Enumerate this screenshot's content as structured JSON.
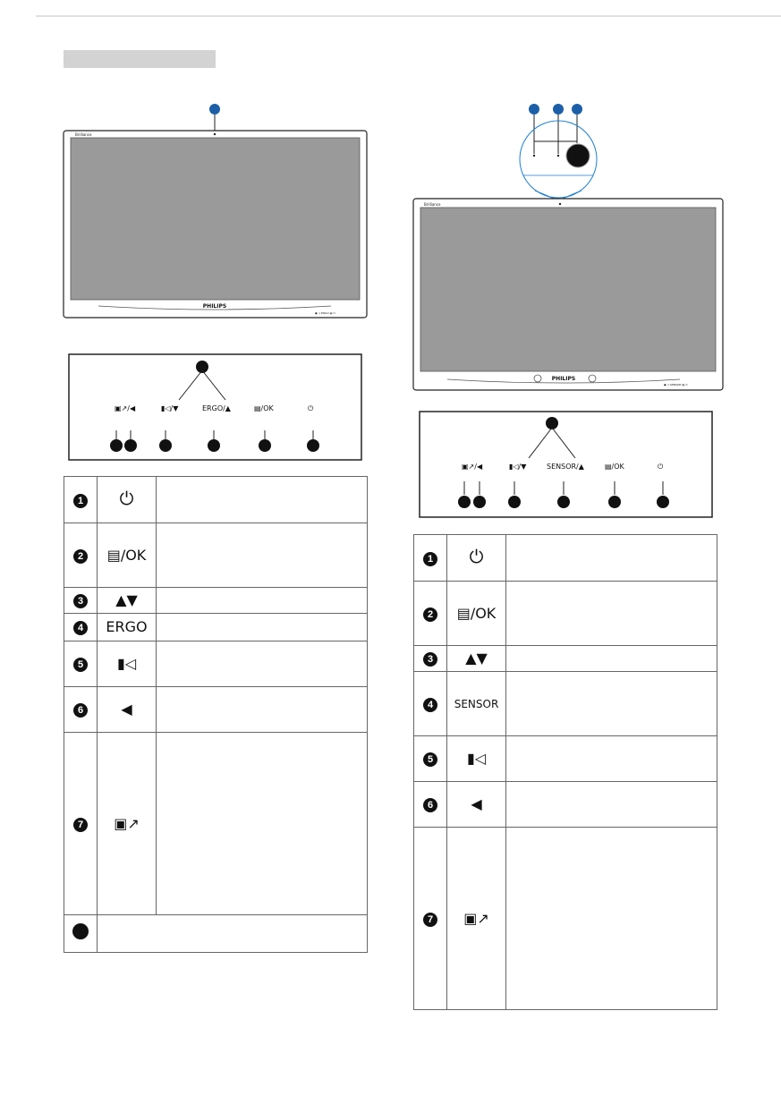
{
  "header": {
    "section_label": ""
  },
  "left": {
    "monitor_brand": "PHILIPS",
    "panel_labels": [
      "▣↗/◀",
      "▮◁/▼",
      "ERGO/▲",
      "▤/OK",
      "⏻"
    ],
    "table": [
      {
        "num": "1",
        "symbol": "⏻",
        "desc": ""
      },
      {
        "num": "2",
        "symbol": "▤/OK",
        "desc": ""
      },
      {
        "num": "3",
        "symbol": "▲▼",
        "desc": ""
      },
      {
        "num": "4",
        "symbol": "ERGO",
        "desc": ""
      },
      {
        "num": "5",
        "symbol": "▮◁",
        "desc": ""
      },
      {
        "num": "6",
        "symbol": "◀",
        "desc": ""
      },
      {
        "num": "7",
        "symbol": "▣↗",
        "desc": ""
      },
      {
        "num": "",
        "symbol": "",
        "desc": ""
      }
    ]
  },
  "right": {
    "monitor_brand": "PHILIPS",
    "panel_labels": [
      "▣↗/◀",
      "▮◁/▼",
      "SENSOR/▲",
      "▤/OK",
      "⏻"
    ],
    "table": [
      {
        "num": "1",
        "symbol": "⏻",
        "desc": ""
      },
      {
        "num": "2",
        "symbol": "▤/OK",
        "desc": ""
      },
      {
        "num": "3",
        "symbol": "▲▼",
        "desc": ""
      },
      {
        "num": "4",
        "symbol": "SENSOR",
        "desc": ""
      },
      {
        "num": "5",
        "symbol": "▮◁",
        "desc": ""
      },
      {
        "num": "6",
        "symbol": "◀",
        "desc": ""
      },
      {
        "num": "7",
        "symbol": "▣↗",
        "desc": ""
      }
    ]
  },
  "colors": {
    "callout_blue": "#1c5fa8",
    "screen_gray": "#9a9a9a",
    "header_gray": "#d3d3d3"
  }
}
